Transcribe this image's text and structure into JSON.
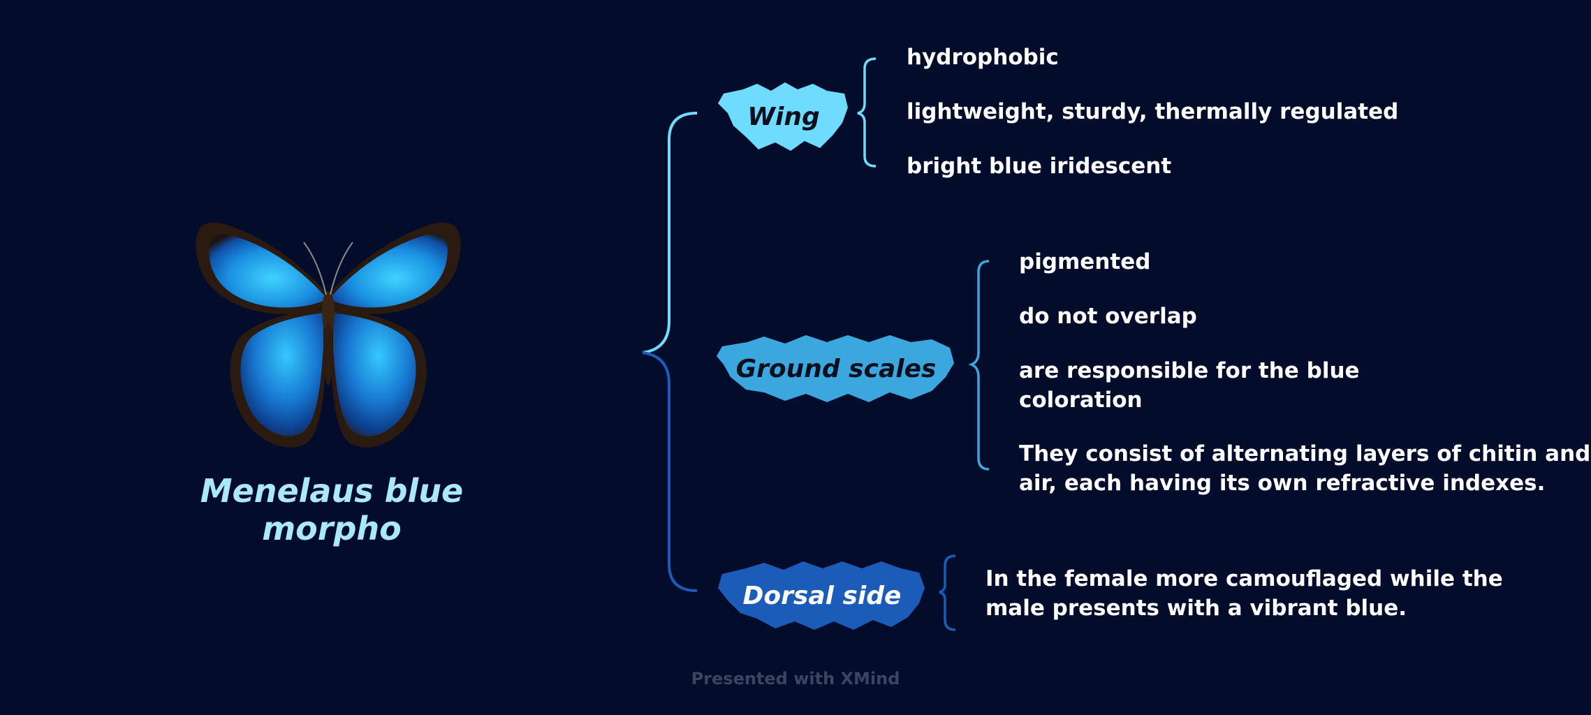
{
  "root": {
    "title": "Menelaus blue morpho",
    "image": "blue-morpho-butterfly"
  },
  "branches": [
    {
      "label": "Wing",
      "color": "#6fdcff",
      "items": [
        "hydrophobic",
        "lightweight, sturdy, thermally regulated",
        "bright blue iridescent"
      ]
    },
    {
      "label": "Ground scales",
      "color": "#3aa7de",
      "items": [
        "pigmented",
        "do not overlap",
        "are responsible for the blue",
        "coloration",
        "They consist of alternating layers of chitin and",
        "air, each having its own refractive indexes."
      ]
    },
    {
      "label": "Dorsal side",
      "color": "#1a5cb8",
      "items": [
        "In the female more camouflaged while the",
        "male presents with a vibrant blue."
      ]
    }
  ],
  "footer": "Presented with XMind",
  "colors": {
    "background": "#030d2b",
    "title": "#a9e8ff"
  }
}
